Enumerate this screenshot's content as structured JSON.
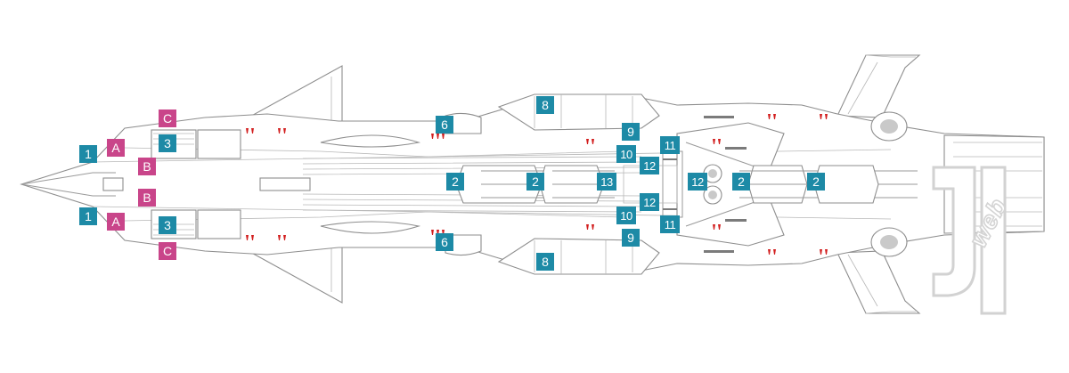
{
  "diagram": {
    "labels": {
      "teal": {
        "l1": "1",
        "l2": "2",
        "l3": "3",
        "l6": "6",
        "l8": "8",
        "l9": "9",
        "l10": "10",
        "l11": "11",
        "l12": "12",
        "l13": "13"
      },
      "pink": {
        "A": "A",
        "B": "B",
        "C": "C"
      }
    },
    "watermark": "web",
    "colors": {
      "teal_badge": "#1d8aa6",
      "pink_badge": "#c9458a",
      "thruster_red": "#d21e1e",
      "line_gray": "#8e8e8e"
    }
  }
}
